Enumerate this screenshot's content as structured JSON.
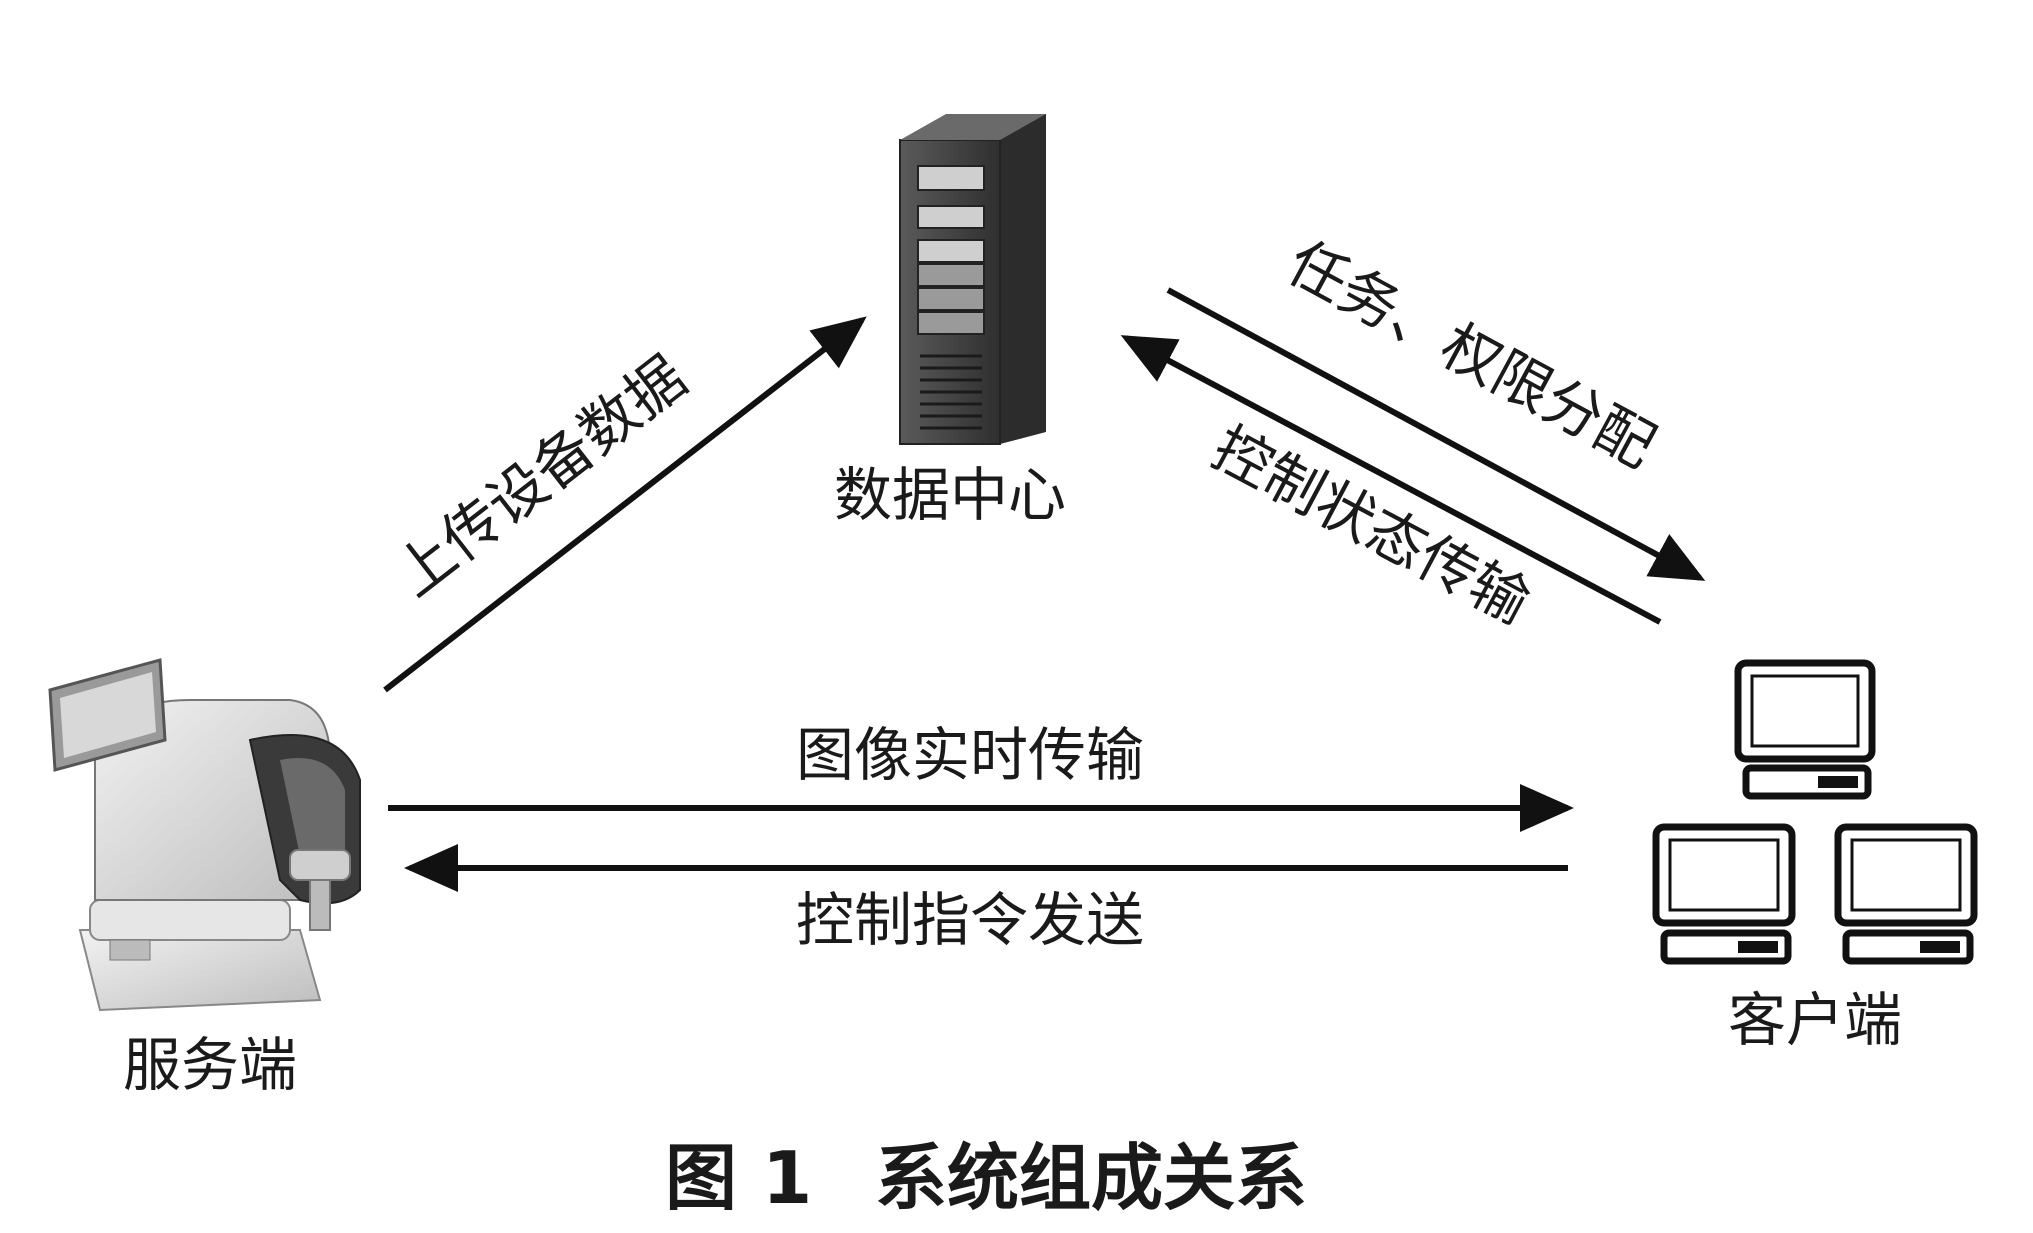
{
  "nodes": {
    "data_center": {
      "label": "数据中心",
      "icon": "server-tower-icon"
    },
    "server_side": {
      "label": "服务端",
      "icon": "ophthalmic-device-icon"
    },
    "client_side": {
      "label": "客户端",
      "icon": "computer-terminals-icon"
    }
  },
  "edges": {
    "upload": {
      "label": "上传设备数据",
      "from": "server_side",
      "to": "data_center"
    },
    "task_assign": {
      "label": "任务、权限分配",
      "from": "data_center",
      "to": "client_side"
    },
    "status_transfer": {
      "label": "控制状态传输",
      "from": "client_side",
      "to": "data_center"
    },
    "image_stream": {
      "label": "图像实时传输",
      "from": "server_side",
      "to": "client_side"
    },
    "control_cmd": {
      "label": "控制指令发送",
      "from": "client_side",
      "to": "server_side"
    }
  },
  "caption": {
    "figure_no": "图 1",
    "title": "系统组成关系"
  },
  "colors": {
    "line": "#111111",
    "device_body": "#d9d9d9",
    "device_dark": "#3a3a3a",
    "server_body": "#4a4a4a"
  }
}
